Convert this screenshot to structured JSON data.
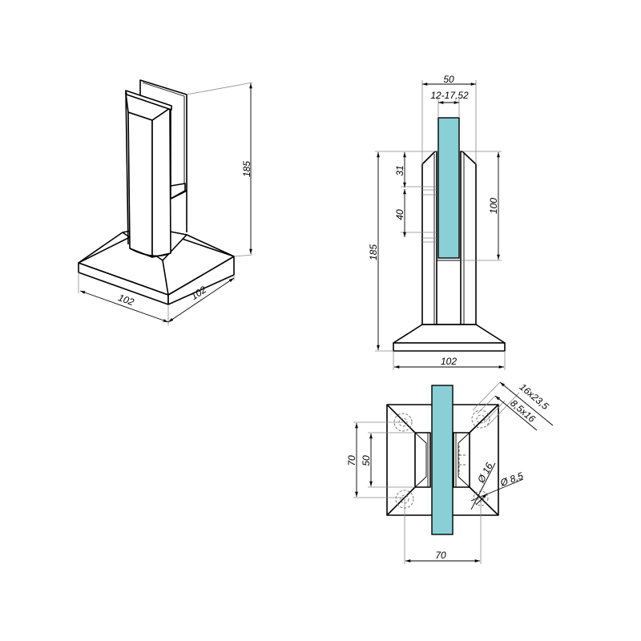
{
  "colors": {
    "glass": "#88d0d6",
    "line": "#000000",
    "leader": "#888888"
  },
  "isometric_view": {
    "height_label": "185",
    "width_label": "102",
    "depth_label": "102"
  },
  "front_view": {
    "width_label": "50",
    "glass_thickness_label": "12-17,52",
    "height_label": "185",
    "top_offset_label": "31",
    "hole_spacing_label": "40",
    "slot_depth_label": "100",
    "base_width_label": "102"
  },
  "top_view": {
    "outer_spacing_label": "70",
    "inner_spacing_label": "50",
    "bottom_spacing_label": "70",
    "slot_large_label": "16x23,5",
    "slot_small_label": "8,5x16",
    "counterbore_label": "Ø 16",
    "hole_label": "Ø 8,5"
  }
}
